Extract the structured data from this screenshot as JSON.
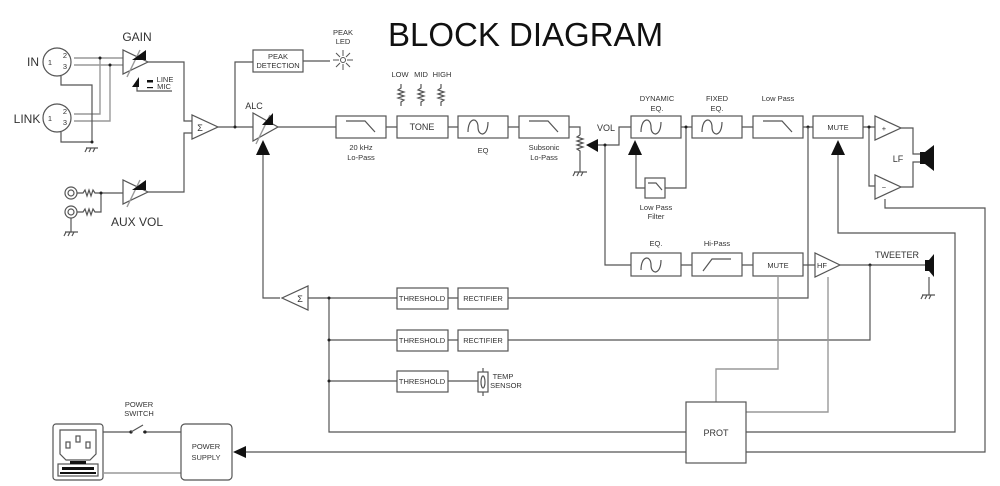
{
  "title": "BLOCK DIAGRAM",
  "inputs": {
    "in": "IN",
    "link": "LINK",
    "pin1": "1",
    "pin2": "2",
    "pin3": "3",
    "aux_vol": "AUX VOL",
    "gain": "GAIN",
    "line": "LINE",
    "mic": "MIC"
  },
  "alc": "ALC",
  "peak_detection": [
    "PEAK",
    "DETECTION"
  ],
  "peak_led": [
    "PEAK",
    "LED"
  ],
  "tone_controls": [
    "LOW",
    "MID",
    "HIGH"
  ],
  "main_chain": {
    "lopass_20k": [
      "20 kHz",
      "Lo-Pass"
    ],
    "tone": "TONE",
    "eq": "EQ",
    "subsonic": [
      "Subsonic",
      "Lo-Pass"
    ],
    "vol": "VOL"
  },
  "lf_chain": {
    "dynamic_eq": [
      "DYNAMIC",
      "EQ."
    ],
    "fixed_eq": [
      "FIXED",
      "EQ."
    ],
    "low_pass": "Low Pass",
    "mute": "MUTE",
    "lpf": [
      "Low Pass",
      "Filter"
    ],
    "plus": "+",
    "minus": "−",
    "lf": "LF"
  },
  "hf_chain": {
    "eq": "EQ.",
    "hi_pass": "Hi-Pass",
    "mute": "MUTE",
    "hf": "HF",
    "tweeter": "TWEETER"
  },
  "protection": {
    "threshold": "THRESHOLD",
    "rectifier": "RECTIFIER",
    "temp_sensor": [
      "TEMP",
      "SENSOR"
    ],
    "prot": "PROT",
    "sigma": "Σ"
  },
  "power": {
    "switch": [
      "POWER",
      "SWITCH"
    ],
    "supply": [
      "POWER",
      "SUPPLY"
    ]
  }
}
